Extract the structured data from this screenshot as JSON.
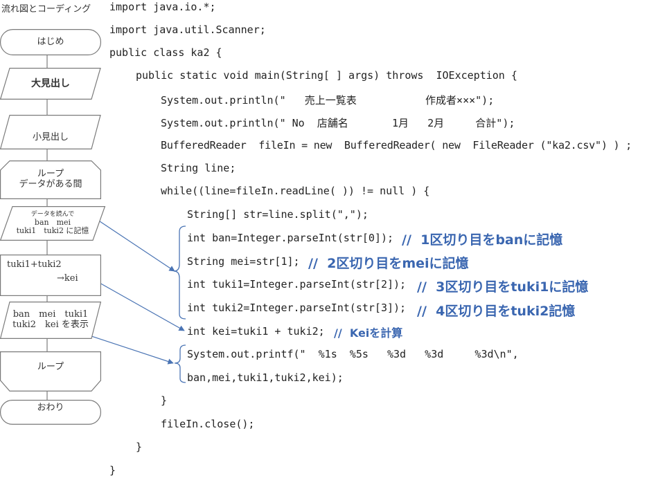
{
  "flowchart": {
    "title": "流れ図とコーディング",
    "nodes": {
      "start": "はじめ",
      "main_heading": "大見出し",
      "sub_heading": "小見出し",
      "loop_start_line1": "ループ",
      "loop_start_line2": "データがある間",
      "read_line1": "データを読んで",
      "read_line2": "ban　mei",
      "read_line3": "tuki1　tuki2 に記憶",
      "calc_line1": "tuki1+tuki2",
      "calc_line2": "→kei",
      "display_line1": "ban　mei　tuki1",
      "display_line2": "tuki2　kei を表示",
      "loop_end": "ループ",
      "end": "おわり"
    }
  },
  "code": {
    "lines": [
      "import java.io.*;",
      "import java.util.Scanner;",
      "public class ka2 {",
      "public static void main(String[ ] args) throws  IOException {",
      "System.out.println(\"   売上一覧表           作成者×××\");",
      "System.out.println(\" No  店舗名       1月   2月     合計\");",
      "BufferedReader  fileIn = new  BufferedReader( new  FileReader (\"ka2.csv\") ) ;",
      "String line;",
      "while((line=fileIn.readLine( )) != null ) {",
      "String[] str=line.split(\",\");",
      "int ban=Integer.parseInt(str[0]);",
      "String mei=str[1];",
      "int tuki1=Integer.parseInt(str[2]);",
      "int tuki2=Integer.parseInt(str[3]);",
      "int kei=tuki1 + tuki2;",
      "System.out.printf(\"  %1s  %5s   %3d   %3d     %3d\\n\",",
      "ban,mei,tuki1,tuki2,kei);",
      "}",
      "fileIn.close();",
      "}",
      "}"
    ],
    "comments": [
      "//  1区切り目をbanに記憶",
      "//  2区切り目をmeiに記憶",
      "//  3区切り目をtuki1に記憶",
      "//  4区切り目をtuki2記憶",
      "//  Keiを計算"
    ]
  },
  "colors": {
    "comment": "#3a66b0",
    "arrow": "#4a74b4",
    "node_stroke": "#7a7a7a",
    "bracket": "#4a74b4"
  }
}
